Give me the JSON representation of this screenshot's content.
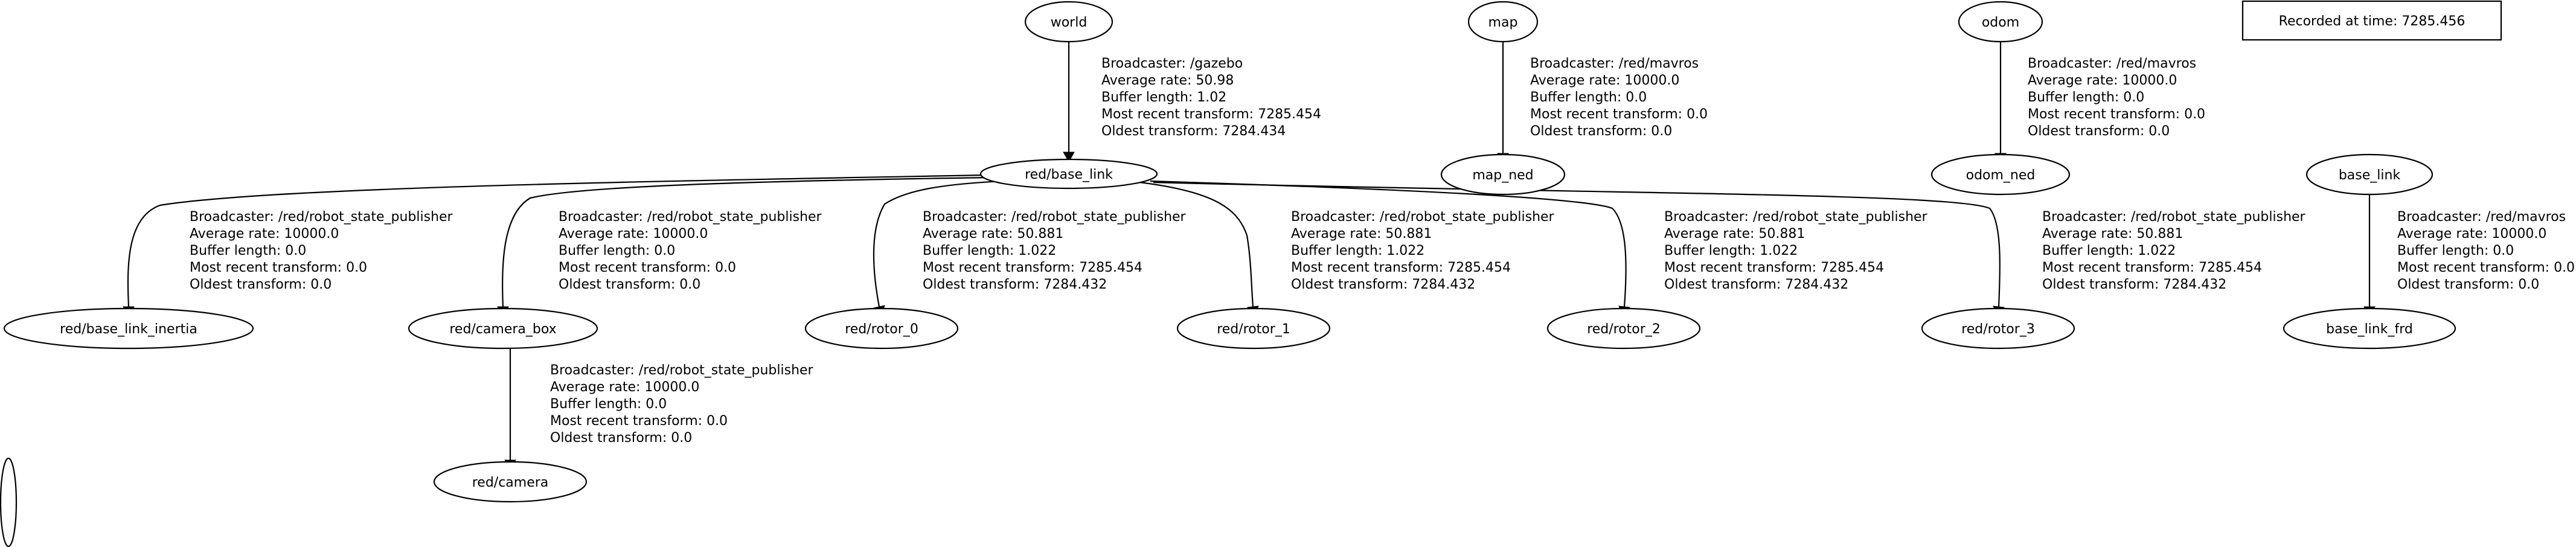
{
  "recorded_at": "Recorded at time: 7285.456",
  "nodes": {
    "world": "world",
    "map": "map",
    "odom": "odom",
    "base_link": "red/base_link",
    "map_ned": "map_ned",
    "odom_ned": "odom_ned",
    "base_link_plain": "base_link",
    "base_link_inertia": "red/base_link_inertia",
    "camera_box": "red/camera_box",
    "rotor_0": "red/rotor_0",
    "rotor_1": "red/rotor_1",
    "rotor_2": "red/rotor_2",
    "rotor_3": "red/rotor_3",
    "base_link_frd": "base_link_frd",
    "camera": "red/camera"
  },
  "edges": {
    "world_base_link": [
      "Broadcaster: /gazebo",
      "Average rate: 50.98",
      "Buffer length: 1.02",
      "Most recent transform: 7285.454",
      "Oldest transform: 7284.434"
    ],
    "map_map_ned": [
      "Broadcaster: /red/mavros",
      "Average rate: 10000.0",
      "Buffer length: 0.0",
      "Most recent transform: 0.0",
      "Oldest transform: 0.0"
    ],
    "odom_odom_ned": [
      "Broadcaster: /red/mavros",
      "Average rate: 10000.0",
      "Buffer length: 0.0",
      "Most recent transform: 0.0",
      "Oldest transform: 0.0"
    ],
    "base_link_inertia": [
      "Broadcaster: /red/robot_state_publisher",
      "Average rate: 10000.0",
      "Buffer length: 0.0",
      "Most recent transform: 0.0",
      "Oldest transform: 0.0"
    ],
    "base_link_camera_box": [
      "Broadcaster: /red/robot_state_publisher",
      "Average rate: 10000.0",
      "Buffer length: 0.0",
      "Most recent transform: 0.0",
      "Oldest transform: 0.0"
    ],
    "base_link_rotor_0": [
      "Broadcaster: /red/robot_state_publisher",
      "Average rate: 50.881",
      "Buffer length: 1.022",
      "Most recent transform: 7285.454",
      "Oldest transform: 7284.432"
    ],
    "base_link_rotor_1": [
      "Broadcaster: /red/robot_state_publisher",
      "Average rate: 50.881",
      "Buffer length: 1.022",
      "Most recent transform: 7285.454",
      "Oldest transform: 7284.432"
    ],
    "base_link_rotor_2": [
      "Broadcaster: /red/robot_state_publisher",
      "Average rate: 50.881",
      "Buffer length: 1.022",
      "Most recent transform: 7285.454",
      "Oldest transform: 7284.432"
    ],
    "base_link_rotor_3": [
      "Broadcaster: /red/robot_state_publisher",
      "Average rate: 50.881",
      "Buffer length: 1.022",
      "Most recent transform: 7285.454",
      "Oldest transform: 7284.432"
    ],
    "base_link_frd": [
      "Broadcaster: /red/mavros",
      "Average rate: 10000.0",
      "Buffer length: 0.0",
      "Most recent transform: 0.0",
      "Oldest transform: 0.0"
    ],
    "camera_box_camera": [
      "Broadcaster: /red/robot_state_publisher",
      "Average rate: 10000.0",
      "Buffer length: 0.0",
      "Most recent transform: 0.0",
      "Oldest transform: 0.0"
    ]
  }
}
